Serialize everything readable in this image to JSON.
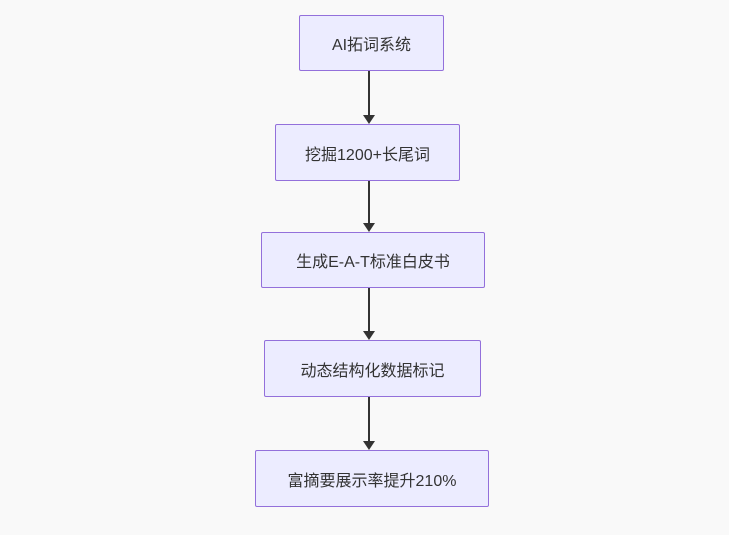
{
  "diagram": {
    "type": "flowchart",
    "direction": "top-down",
    "nodes": [
      {
        "id": "n0",
        "label": "AI拓词系统"
      },
      {
        "id": "n1",
        "label": "挖掘1200+长尾词"
      },
      {
        "id": "n2",
        "label": "生成E-A-T标准白皮书"
      },
      {
        "id": "n3",
        "label": "动态结构化数据标记"
      },
      {
        "id": "n4",
        "label": "富摘要展示率提升210%"
      }
    ],
    "edges": [
      {
        "from": "n0",
        "to": "n1",
        "style": "arrow-down"
      },
      {
        "from": "n1",
        "to": "n2",
        "style": "arrow-down"
      },
      {
        "from": "n2",
        "to": "n3",
        "style": "arrow-down"
      },
      {
        "from": "n3",
        "to": "n4",
        "style": "arrow-down"
      }
    ],
    "colors": {
      "node_fill": "#ECECFF",
      "node_border": "#9370DB",
      "node_text": "#333333",
      "edge": "#333333",
      "background": "#f9f9f9"
    }
  }
}
